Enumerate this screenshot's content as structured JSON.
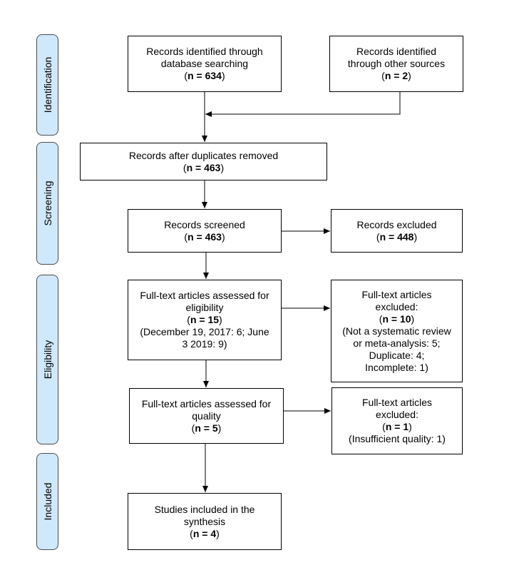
{
  "phases": {
    "identification": "Identification",
    "screening": "Screening",
    "eligibility": "Eligibility",
    "included": "Included"
  },
  "boxes": {
    "db_search": {
      "lines": [
        "Records identified through",
        "database searching"
      ],
      "n_label": "n = 634"
    },
    "other_sources": {
      "lines": [
        "Records identified",
        "through other sources"
      ],
      "n_label": "n = 2"
    },
    "dup_removed": {
      "lines": [
        "Records after duplicates removed"
      ],
      "n_label": "n = 463"
    },
    "screened": {
      "lines": [
        "Records screened"
      ],
      "n_label": "n = 463"
    },
    "excluded": {
      "lines": [
        "Records excluded"
      ],
      "n_label": "n = 448"
    },
    "fulltext_eligibility": {
      "lines": [
        "Full-text articles assessed for",
        "eligibility"
      ],
      "n_label": "n = 15",
      "details": [
        "(December 19, 2017: 6; June",
        "3 2019: 9)"
      ]
    },
    "fulltext_excluded_1": {
      "lines": [
        "Full-text articles",
        "excluded:"
      ],
      "n_label": "n = 10",
      "details": [
        "(Not a systematic review",
        "or meta-analysis: 5;",
        "Duplicate: 4;",
        "Incomplete: 1)"
      ]
    },
    "fulltext_quality": {
      "lines": [
        "Full-text articles assessed for",
        "quality"
      ],
      "n_label": "n = 5"
    },
    "fulltext_excluded_2": {
      "lines": [
        "Full-text articles",
        "excluded:"
      ],
      "n_label": "n = 1",
      "details": [
        "(Insufficient quality: 1)"
      ]
    },
    "included_synthesis": {
      "lines": [
        "Studies included in the",
        "synthesis"
      ],
      "n_label": "n = 4"
    }
  }
}
